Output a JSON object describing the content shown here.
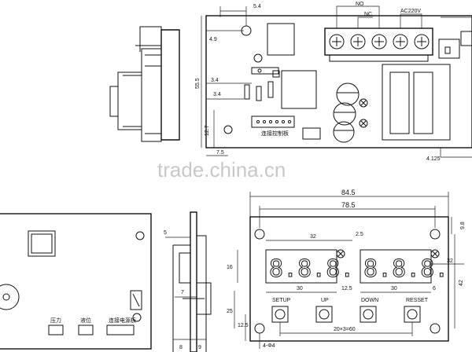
{
  "watermark": "trade.china.cn",
  "top_board": {
    "terminal_labels": [
      "NO",
      "NC",
      "AC220V"
    ],
    "dims": [
      "5.4",
      "4.9",
      "55.5",
      "3.4",
      "3.4",
      "12.7",
      "7.5",
      "4.125"
    ],
    "connector_label": "连接控制板"
  },
  "bottom_left_board": {
    "labels": [
      "压力",
      "液位",
      "连接电源板"
    ]
  },
  "side_view": {
    "dims": [
      "5",
      "7",
      "8",
      "9"
    ]
  },
  "front_panel": {
    "dims": [
      "84.5",
      "78.5",
      "32",
      "2.5",
      "16",
      "30",
      "12.5",
      "30",
      "6",
      "32",
      "9.8",
      "42",
      "25",
      "12.5",
      "20×3=60",
      "4-Φ4"
    ],
    "display_digits": [
      "8.8.8.",
      "8.8.8."
    ],
    "buttons": [
      "SETUP",
      "UP",
      "DOWN",
      "RESSET"
    ]
  }
}
